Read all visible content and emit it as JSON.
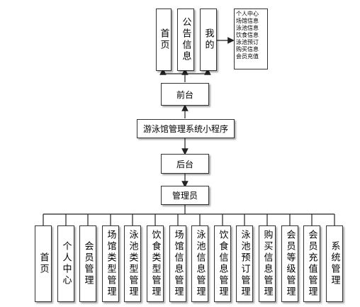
{
  "frontend_pages": [
    "首页",
    "公告信息",
    "我的"
  ],
  "my_submenu": [
    "个人中心",
    "场馆信息",
    "泳池信息",
    "饮食信息",
    "泳池预订",
    "购买信息",
    "会员充值"
  ],
  "nodes": {
    "frontend": "前台",
    "system": "游泳馆管理系统小程序",
    "backend": "后台",
    "admin": "管理员"
  },
  "admin_modules": [
    "首页",
    "个人中心",
    "会员管理",
    "场馆类型管理",
    "泳池类型管理",
    "饮食类型管理",
    "场馆信息管理",
    "泳池信息管理",
    "饮食信息管理",
    "泳池预订管理",
    "购买信息管理",
    "会员等级管理",
    "会员充值管理",
    "系统管理"
  ]
}
